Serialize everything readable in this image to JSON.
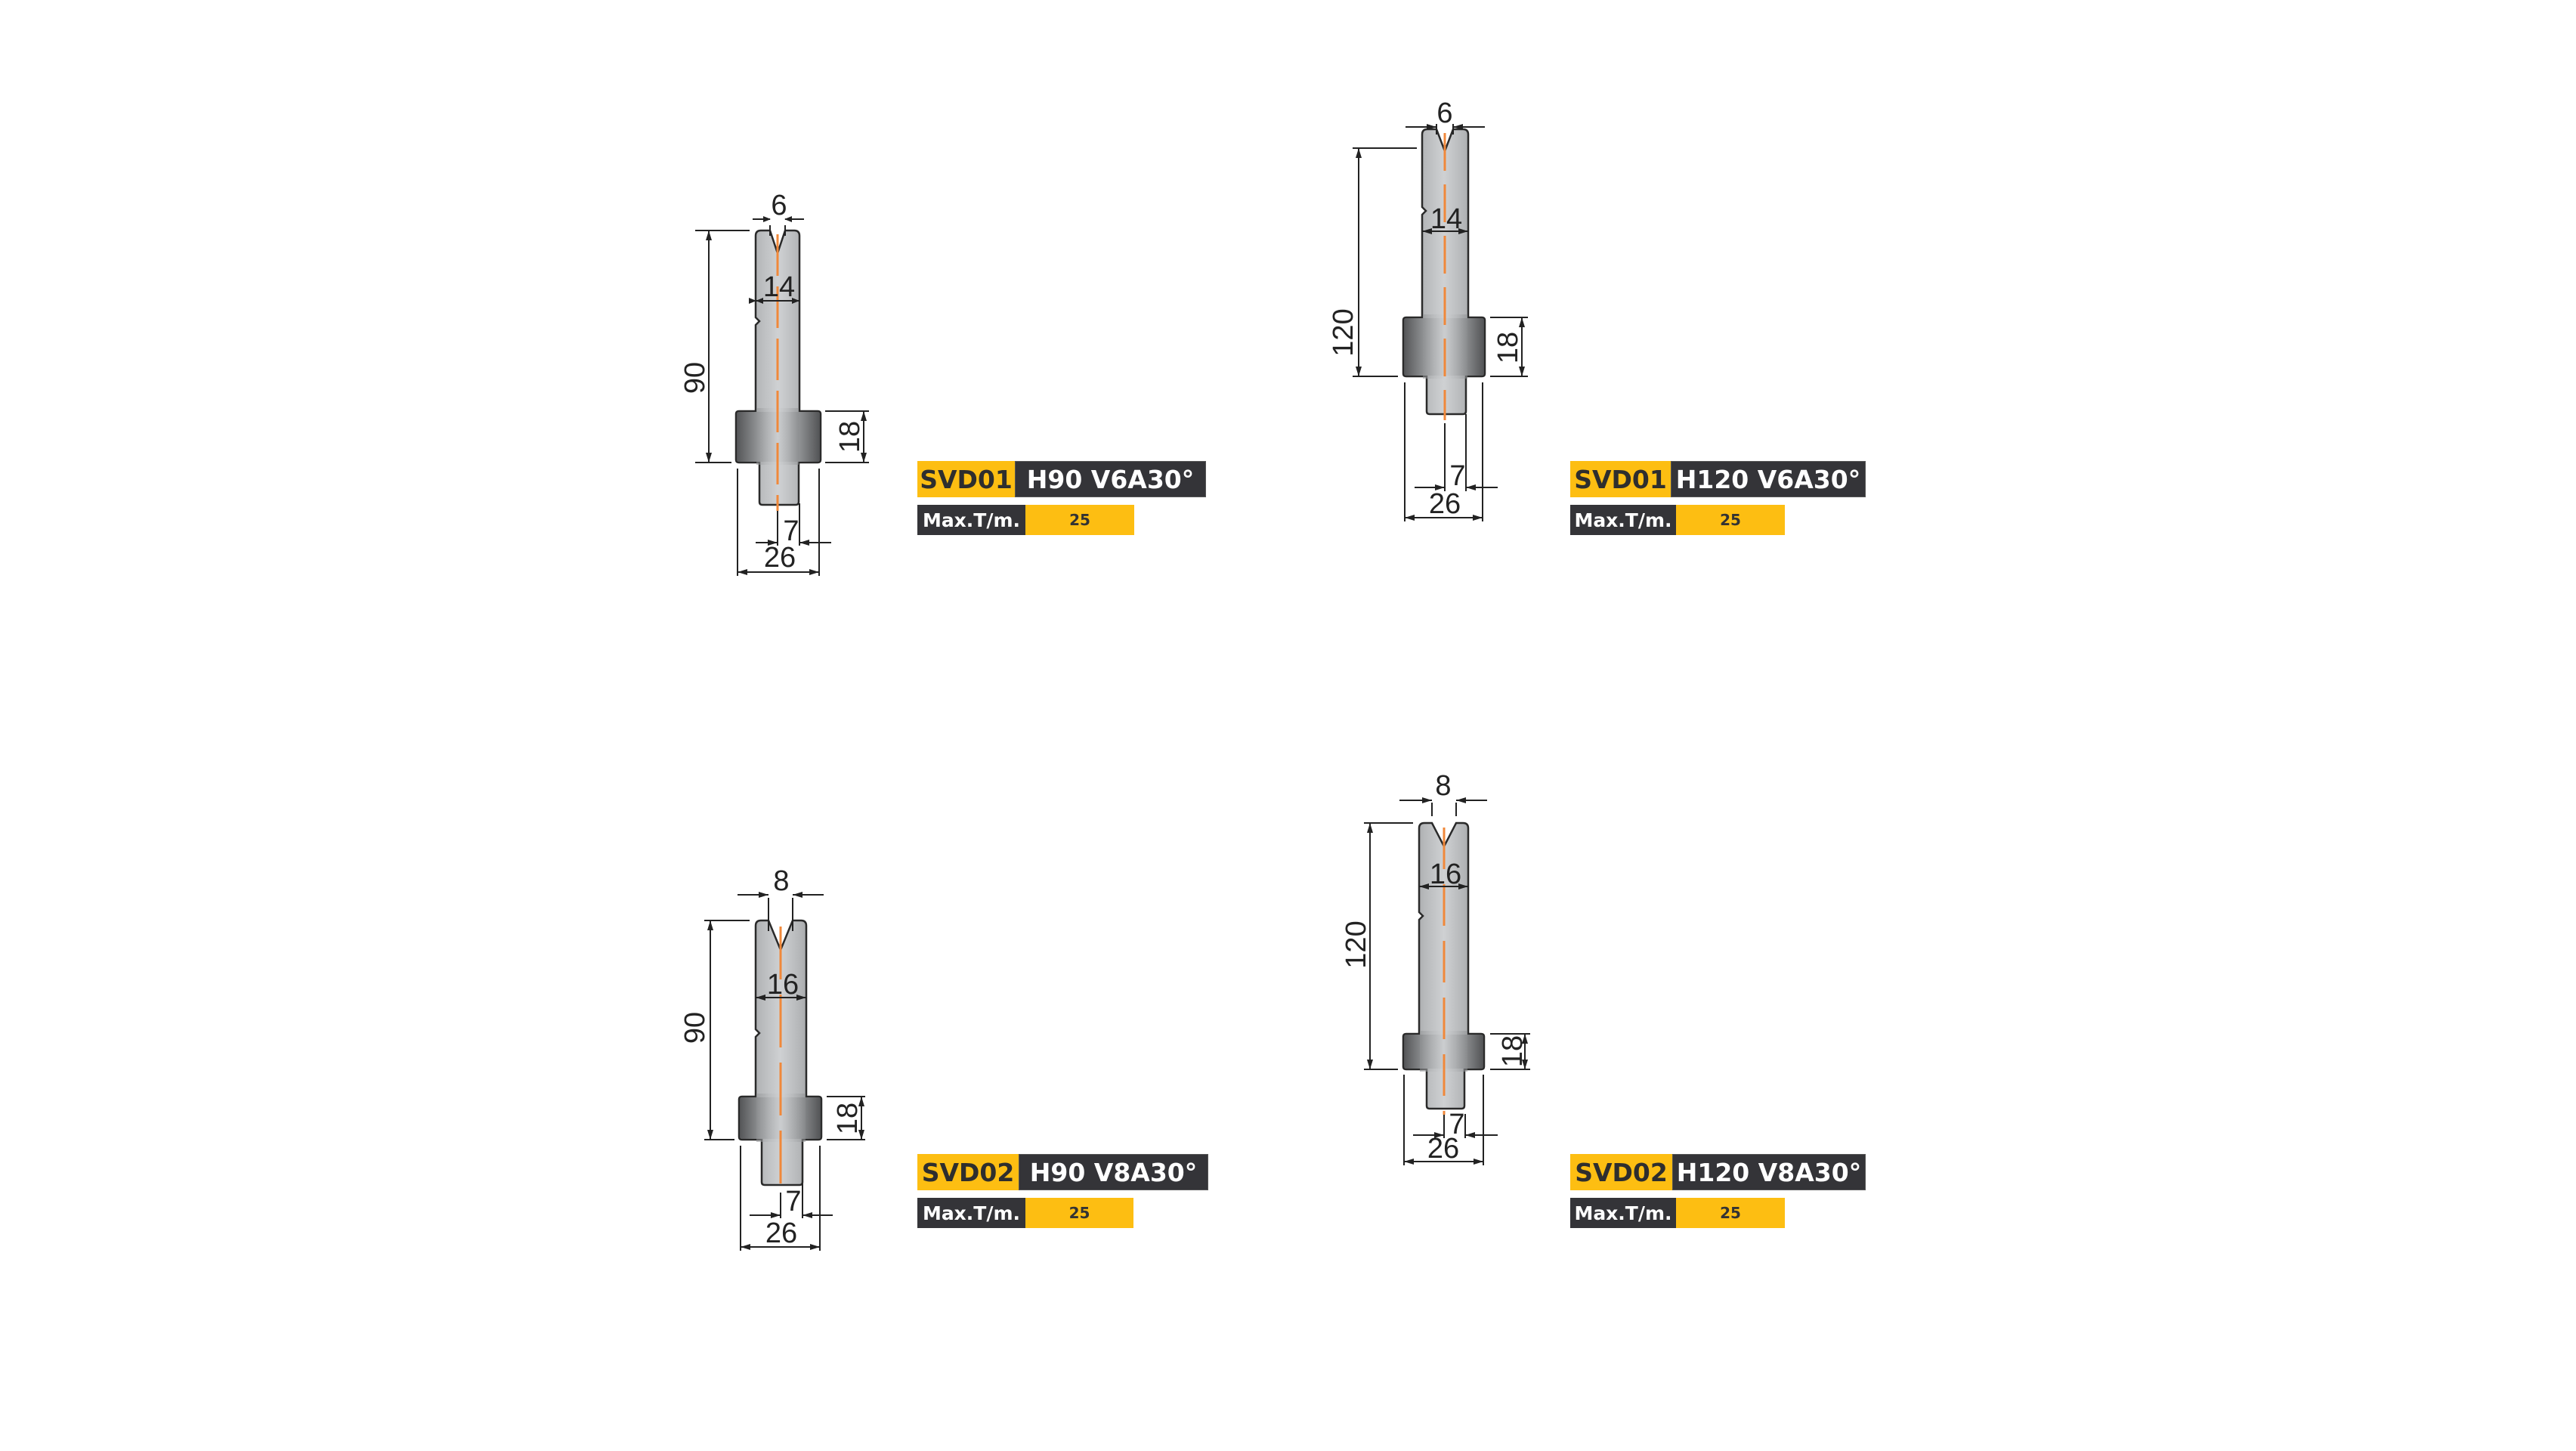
{
  "colors": {
    "accent_yellow": "#FDBE12",
    "label_dark": "#343438",
    "die_gray": "#B9BBBD",
    "centerline_orange": "#F0883A",
    "dimension_line": "#222222"
  },
  "dies": [
    {
      "code": "SVD01",
      "name": "H90 V6A30°",
      "max_label": "Max.T/m.",
      "max_value": "25",
      "dims": {
        "v_opening": "6",
        "top_width": "14",
        "height": "90",
        "flange_height": "18",
        "tang_width": "7",
        "flange_width": "26"
      }
    },
    {
      "code": "SVD01",
      "name": "H120 V6A30°",
      "max_label": "Max.T/m.",
      "max_value": "25",
      "dims": {
        "v_opening": "6",
        "top_width": "14",
        "height": "120",
        "flange_height": "18",
        "tang_width": "7",
        "flange_width": "26"
      }
    },
    {
      "code": "SVD02",
      "name": "H90 V8A30°",
      "max_label": "Max.T/m.",
      "max_value": "25",
      "dims": {
        "v_opening": "8",
        "top_width": "16",
        "height": "90",
        "flange_height": "18",
        "tang_width": "7",
        "flange_width": "26"
      }
    },
    {
      "code": "SVD02",
      "name": "H120 V8A30°",
      "max_label": "Max.T/m.",
      "max_value": "25",
      "dims": {
        "v_opening": "8",
        "top_width": "16",
        "height": "120",
        "flange_height": "18",
        "tang_width": "7",
        "flange_width": "26"
      }
    }
  ]
}
